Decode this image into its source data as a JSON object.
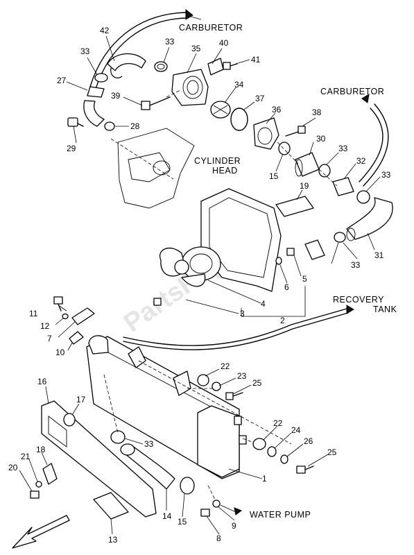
{
  "watermark": "PartsRepublik",
  "labels": {
    "carburetor_1": "CARBURETOR",
    "carburetor_2": "CARBURETOR",
    "cylinder_1": "CYLINDER",
    "cylinder_2": "HEAD",
    "recovery_1": "RECOVERY",
    "recovery_2": "TANK",
    "water_pump": "WATER  PUMP"
  },
  "callouts": {
    "c42": "42",
    "c33a": "33",
    "c33b": "33",
    "c35": "35",
    "c40": "40",
    "c41": "41",
    "c27": "27",
    "c39": "39",
    "c34": "34",
    "c37": "37",
    "c36": "36",
    "c38": "38",
    "c29": "29",
    "c28": "28",
    "c30": "30",
    "c33c": "33",
    "c32": "32",
    "c33d": "33",
    "c15a": "15",
    "c19": "19",
    "c31": "31",
    "c33e": "33",
    "c5": "5",
    "c6": "6",
    "c4": "4",
    "c3": "3",
    "c2": "2",
    "c11": "11",
    "c12": "12",
    "c7": "7",
    "c10": "10",
    "c22a": "22",
    "c23": "23",
    "c25a": "25",
    "c16": "16",
    "c17": "17",
    "c33f": "33",
    "c22b": "22",
    "c24": "24",
    "c26": "26",
    "c25b": "25",
    "c18": "18",
    "c21": "21",
    "c20": "20",
    "c1": "1",
    "c14": "14",
    "c15b": "15",
    "c9": "9",
    "c8": "8",
    "c13": "13"
  }
}
